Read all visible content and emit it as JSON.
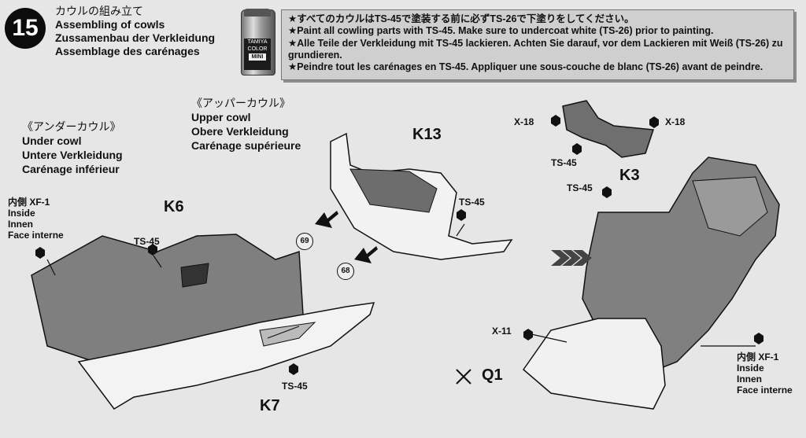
{
  "step": {
    "number": "15"
  },
  "title": {
    "jp": "カウルの組み立て",
    "en": "Assembling of cowls",
    "de": "Zussamenbau der Verkleidung",
    "fr": "Assemblage des carénages"
  },
  "paint_can": {
    "brand": "TAMIYA COLOR",
    "tag": "MINI"
  },
  "instructions": [
    "★すべてのカウルはTS-45で塗装する前に必ずTS-26で下塗りをしてください。",
    "★Paint all cowling parts with TS-45. Make sure to undercoat white (TS-26) prior to painting.",
    "★Alle Teile der Verkleidung mit TS-45 lackieren. Achten Sie darauf, vor dem Lackieren mit Weiß (TS-26) zu grundieren.",
    "★Peindre tout les carénages en TS-45. Appliquer une sous-couche de blanc (TS-26) avant de peindre."
  ],
  "upper_cowl": {
    "jp": "《アッパーカウル》",
    "en": "Upper cowl",
    "de": "Obere Verkleidung",
    "fr": "Carénage supérieure"
  },
  "under_cowl": {
    "jp": "《アンダーカウル》",
    "en": "Under cowl",
    "de": "Untere Verkleidung",
    "fr": "Carénage inférieur"
  },
  "inside_left": {
    "jp": "内側 XF-1",
    "en": "Inside",
    "de": "Innen",
    "fr": "Face interne"
  },
  "inside_right": {
    "jp": "内側 XF-1",
    "en": "Inside",
    "de": "Innen",
    "fr": "Face interne"
  },
  "parts": {
    "k6": "K6",
    "k7": "K7",
    "k13": "K13",
    "k3": "K3",
    "q1": "Q1"
  },
  "paint_labels": {
    "ts45_k6": "TS-45",
    "ts45_k7": "TS-45",
    "ts45_k13": "TS-45",
    "ts45_top": "TS-45",
    "ts45_k3": "TS-45"
  },
  "screws": {
    "x18_left": "X-18",
    "x18_right": "X-18",
    "x11": "X-11"
  },
  "callouts": {
    "c69": "69",
    "c68": "68"
  }
}
